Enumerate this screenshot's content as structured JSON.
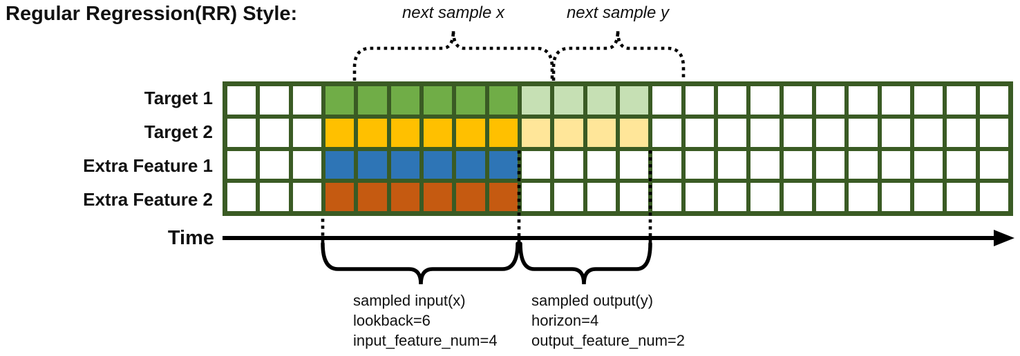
{
  "title": "Regular Regression(RR) Style:",
  "colors": {
    "grid_border": "#3A5B24",
    "target1_input": "#70AD47",
    "target1_output": "#C6E0B4",
    "target2_input": "#FFC000",
    "target2_output": "#FFE699",
    "extra1_input": "#2E75B6",
    "extra2_input": "#C55A11",
    "stroke": "#000000"
  },
  "grid": {
    "columns": 24,
    "input_start": 3,
    "lookback": 6,
    "horizon": 4,
    "rows": [
      {
        "label": "Target 1",
        "input_color": "#70AD47",
        "output_color": "#C6E0B4"
      },
      {
        "label": "Target 2",
        "input_color": "#FFC000",
        "output_color": "#FFE699"
      },
      {
        "label": "Extra Feature 1",
        "input_color": "#2E75B6",
        "output_color": null
      },
      {
        "label": "Extra Feature 2",
        "input_color": "#C55A11",
        "output_color": null
      }
    ]
  },
  "annotations": {
    "next_sample_x": "next sample x",
    "next_sample_y": "next sample y",
    "time_label": "Time",
    "input_block": [
      "sampled input(x)",
      "lookback=6",
      "input_feature_num=4"
    ],
    "output_block": [
      "sampled output(y)",
      "horizon=4",
      "output_feature_num=2"
    ]
  }
}
